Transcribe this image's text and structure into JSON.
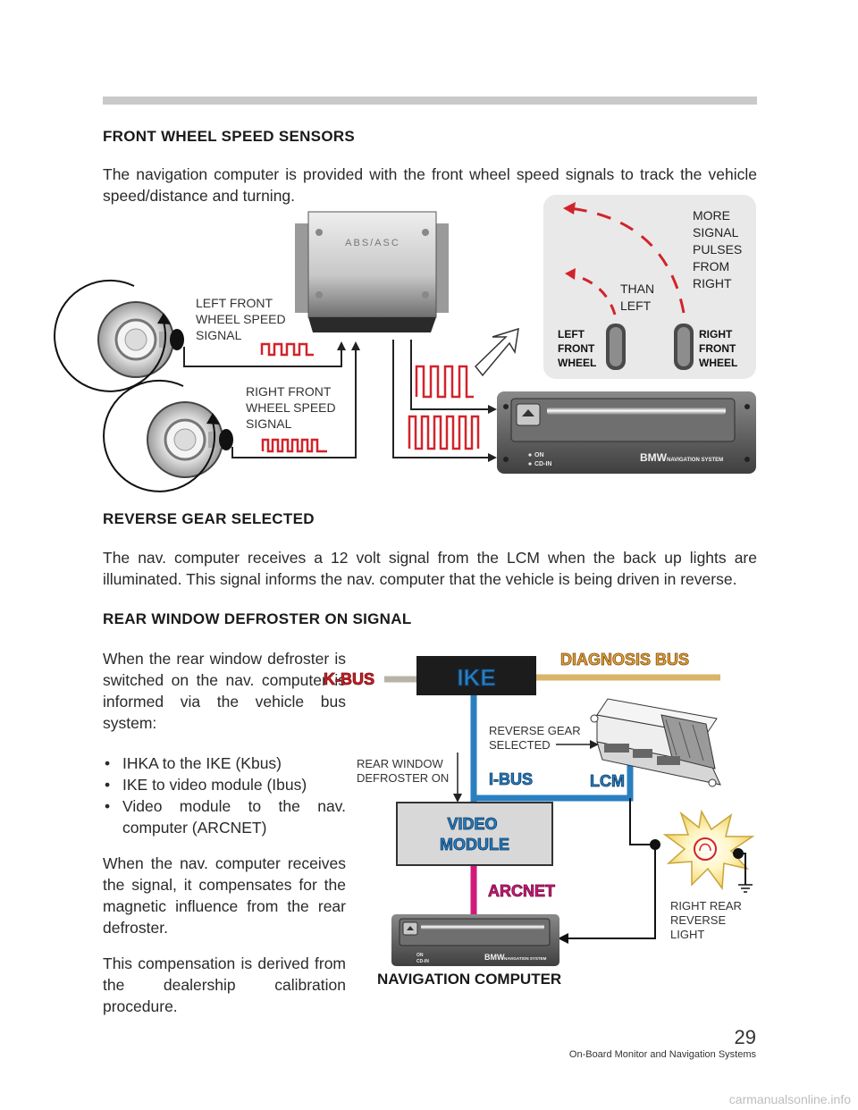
{
  "section1": {
    "heading": "FRONT WHEEL SPEED SENSORS",
    "text": "The navigation computer is provided with the front wheel speed signals to track the vehicle speed/distance and turning."
  },
  "diagram1": {
    "module_label": "ABS/ASC",
    "left_signal": [
      "LEFT FRONT",
      "WHEEL SPEED",
      "SIGNAL"
    ],
    "right_signal": [
      "RIGHT FRONT",
      "WHEEL SPEED",
      "SIGNAL"
    ],
    "more_pulses": [
      "MORE",
      "SIGNAL",
      "PULSES",
      "FROM",
      "RIGHT"
    ],
    "than_left": [
      "THAN",
      "LEFT"
    ],
    "left_wheel": [
      "LEFT",
      "FRONT",
      "WHEEL"
    ],
    "right_wheel": [
      "RIGHT",
      "FRONT",
      "WHEEL"
    ],
    "nav_on": "ON",
    "nav_cdin": "CD-IN",
    "nav_brand": "BMW",
    "nav_system": "NAVIGATION SYSTEM"
  },
  "section2": {
    "heading": "REVERSE GEAR SELECTED",
    "text": "The nav. computer receives a 12 volt signal from the LCM when the back up lights are illuminated.  This signal informs the nav. computer that the vehicle is being driven in reverse."
  },
  "section3": {
    "heading": "REAR WINDOW DEFROSTER ON SIGNAL",
    "intro": "When the rear window defroster is switched on the nav. computer is informed via the vehicle bus system:",
    "bullets": [
      "IHKA to the IKE (Kbus)",
      "IKE to video module (Ibus)",
      "Video module to the nav. computer (ARCNET)"
    ],
    "para2": "When the nav. computer receives the signal, it compensates for the magnetic influence from the rear defroster.",
    "para3": "This compensation is derived from the dealership calibration procedure."
  },
  "diagram2": {
    "ike": "IKE",
    "kbus": "K-BUS",
    "diagnosis_bus": "DIAGNOSIS BUS",
    "reverse_gear": [
      "REVERSE GEAR",
      "SELECTED"
    ],
    "rear_window": [
      "REAR WINDOW",
      "DEFROSTER ON"
    ],
    "ibus": "I-BUS",
    "lcm": "LCM",
    "video_module": [
      "VIDEO",
      "MODULE"
    ],
    "arcnet": "ARCNET",
    "right_rear": [
      "RIGHT REAR",
      "REVERSE",
      "LIGHT"
    ],
    "nav_computer": "NAVIGATION COMPUTER",
    "nav_on": "ON",
    "nav_cdin": "CD-IN",
    "nav_brand": "BMW",
    "nav_system": "NAVIGATION SYSTEM"
  },
  "footer": {
    "page_number": "29",
    "title": "On-Board Monitor and Navigation Systems",
    "watermark": "carmanualsonline.info"
  },
  "colors": {
    "signal_red": "#d2232a",
    "bus_blue": "#2a7fc0",
    "bus_tan": "#d8b56a",
    "bus_gray": "#b7b3a8",
    "arcnet_magenta": "#d01b7a"
  }
}
